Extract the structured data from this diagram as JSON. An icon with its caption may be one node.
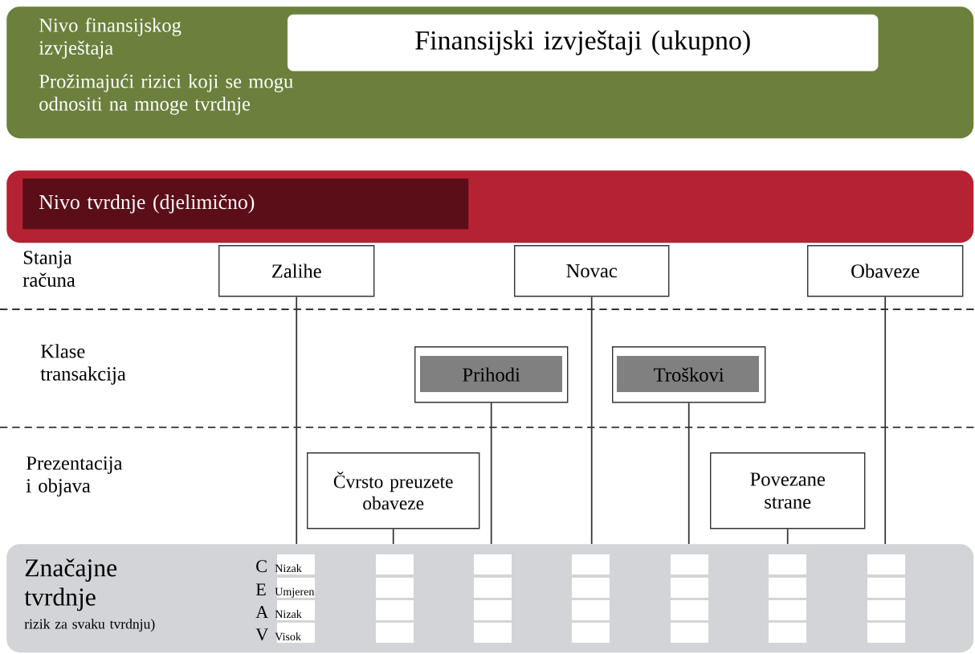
{
  "diagram": {
    "nodes": [
      {
        "text": [
          "Nivo finansijskog izvještaja",
          "Prožimajući rizici koji se mogu odnositi na mnoge tvrdnje"
        ]
      },
      {
        "text": [
          "Finansijski izvještaji (ukupno)"
        ],
        "in": 0
      },
      {
        "text": [
          "Nivo tvrdnje (djelimično)"
        ]
      },
      {
        "text": [
          "Zalihe"
        ]
      },
      {
        "text": [
          "Novac"
        ]
      },
      {
        "text": [
          "Obaveze"
        ]
      },
      {
        "text": [
          "Prihodi"
        ]
      },
      {
        "text": [
          "Troškovi"
        ]
      },
      {
        "text": [
          "Čvrsto preuzete obaveze"
        ]
      },
      {
        "text": [
          "Povezane strane"
        ]
      },
      {
        "text": [
          "Značajne tvrdnje",
          "rizik za svaku tvrdnju)"
        ]
      }
    ],
    "edges": [
      {
        "from": 3,
        "to": 10,
        "arrow": "none"
      },
      {
        "from": 8,
        "to": 10,
        "arrow": "none"
      },
      {
        "from": 6,
        "to": 10,
        "arrow": "none"
      },
      {
        "from": 4,
        "to": 10,
        "arrow": "none"
      },
      {
        "from": 7,
        "to": 10,
        "arrow": "none"
      },
      {
        "from": 9,
        "to": 10,
        "arrow": "none"
      },
      {
        "from": 5,
        "to": 10,
        "arrow": "none"
      }
    ],
    "labels": [
      "Stanja računa",
      "Klase transakcija",
      "Prezentacija i objava",
      "C",
      "Nizak",
      "E",
      "Umjeren",
      "A",
      "Nizak",
      "V",
      "Visok"
    ]
  }
}
